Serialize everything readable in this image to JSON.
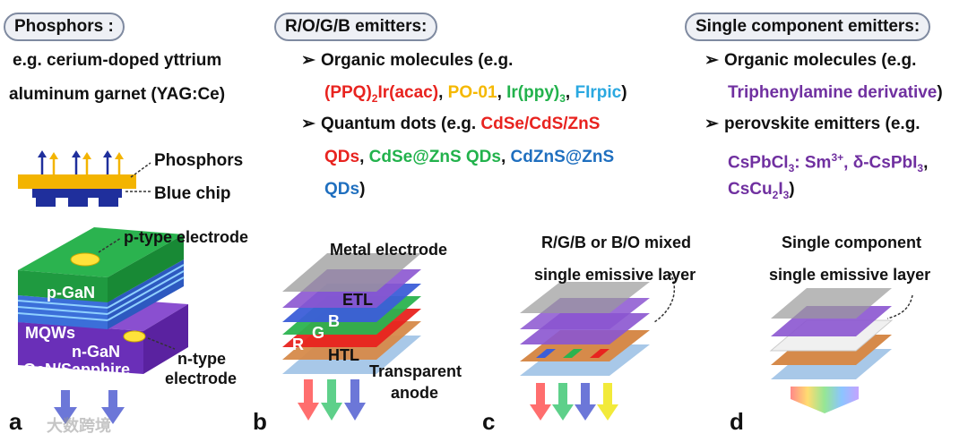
{
  "phosphors": {
    "heading": "Phosphors :",
    "line1": "e.g. cerium-doped yttrium",
    "line2": "aluminum garnet (YAG:Ce)",
    "label_phosphors": "Phosphors",
    "label_bluechip": "Blue chip"
  },
  "rogb": {
    "heading": "R/O/G/B emitters:",
    "organic_intro": "Organic molecules (e.g.",
    "ppq_a": "(PPQ)",
    "ppq_sub": "2",
    "ppq_b": "Ir(acac)",
    "po01": "PO-01",
    "irppy_a": "Ir(ppy)",
    "irppy_sub": "3",
    "firpic": "FIrpic",
    "close_paren": ")",
    "qd_intro": "Quantum dots (e.g. ",
    "qd_cdse_a": "CdSe/CdS/ZnS",
    "qd_cdse_b": "QDs",
    "qd_green": "CdSe@ZnS QDs",
    "qd_blue_a": "CdZnS@ZnS",
    "qd_blue_b": "QDs",
    "comma": ","
  },
  "single": {
    "heading": "Single component emitters:",
    "organic_intro": "Organic molecules (e.g.",
    "triphenyl": "Triphenylamine derivative",
    "perovskite_intro": "perovskite emitters (e.g.",
    "cspbcl_a": "CsPbCl",
    "cspbcl_sub": "3",
    "cspbcl_b": ": Sm",
    "cspbcl_sup": "3+",
    "cspbi_a": ", δ-CsPbI",
    "cspbi_sub": "3",
    "cscu_a": "CsCu",
    "cscu_sub1": "2",
    "cscu_b": "I",
    "cscu_sub2": "3"
  },
  "panel_a": {
    "p_electrode": "p-type electrode",
    "pgan": "p-GaN",
    "mqws": "MQWs",
    "ngan": "n-GaN",
    "sapphire": "GaN/Sapphire",
    "n_type": "n-type",
    "electrode": "electrode",
    "letter": "a"
  },
  "panel_b": {
    "metal": "Metal electrode",
    "etl": "ETL",
    "b": "B",
    "g": "G",
    "r": "R",
    "htl": "HTL",
    "transparent": "Transparent",
    "anode": "anode",
    "letter": "b"
  },
  "panel_c": {
    "line1": "R/G/B or B/O mixed",
    "line2": "single emissive layer",
    "letter": "c"
  },
  "panel_d": {
    "line1": "Single component",
    "line2": "single emissive layer",
    "letter": "d"
  },
  "watermark": "大数跨境",
  "colors": {
    "red": "#e8231f",
    "orange": "#f5b800",
    "green": "#22b24c",
    "cyan": "#2aa8e0",
    "purple": "#7030a0",
    "blue_text": "#1f6fbf"
  }
}
